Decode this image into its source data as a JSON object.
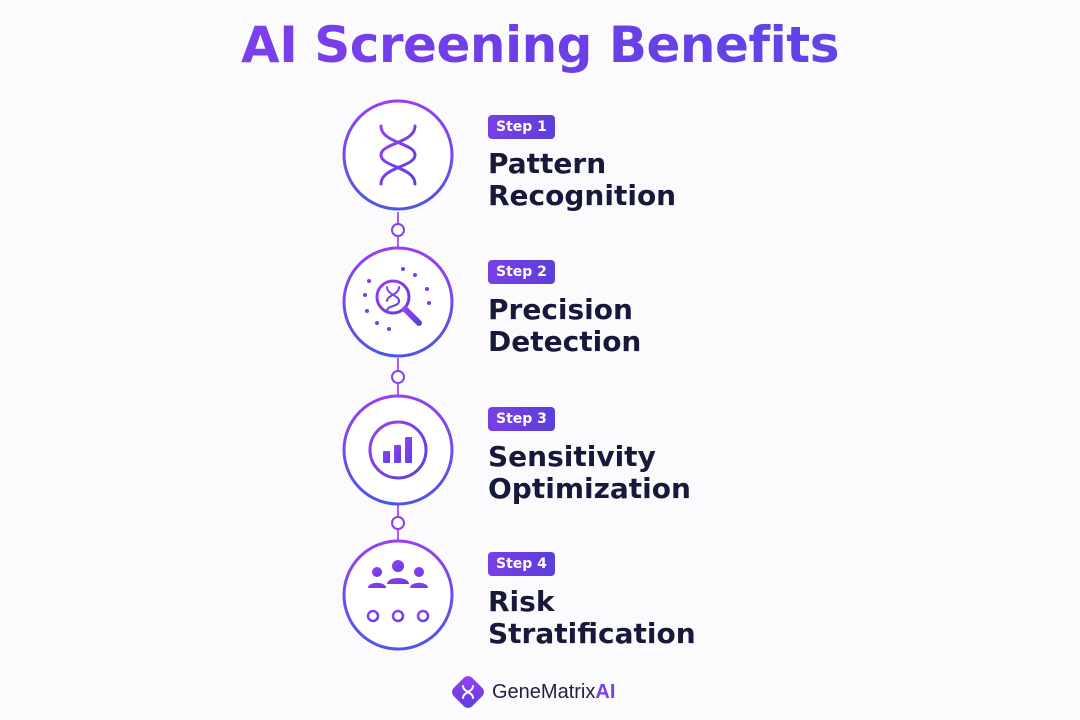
{
  "title": "AI Screening Benefits",
  "colors": {
    "primary_purple": "#7b3fe6",
    "blue": "#4a56e6",
    "dark_text": "#17193a"
  },
  "steps": [
    {
      "badge": "Step 1",
      "name_line1": "Pattern",
      "name_line2": "Recognition",
      "icon": "dna-icon"
    },
    {
      "badge": "Step 2",
      "name_line1": "Precision",
      "name_line2": "Detection",
      "icon": "magnifier-dna-icon"
    },
    {
      "badge": "Step 3",
      "name_line1": "Sensitivity",
      "name_line2": "Optimization",
      "icon": "target-chart-icon"
    },
    {
      "badge": "Step 4",
      "name_line1": "Risk",
      "name_line2": "Stratification",
      "icon": "people-hierarchy-icon"
    }
  ],
  "footer": {
    "brand_main": "GeneMatrix",
    "brand_accent": "AI"
  }
}
